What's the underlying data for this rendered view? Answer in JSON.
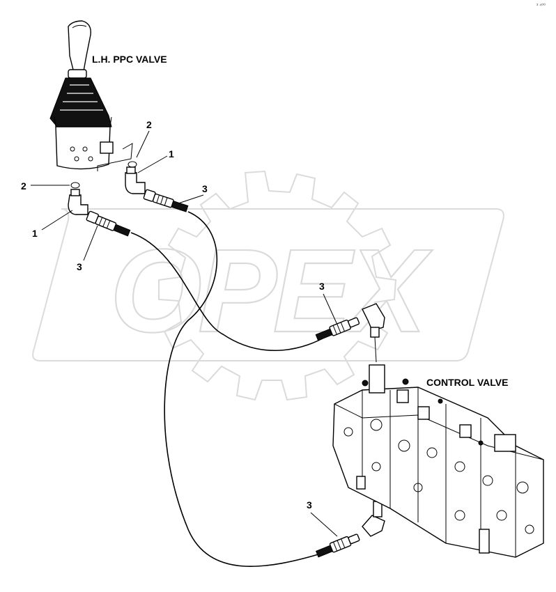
{
  "watermark": {
    "text": "OPEX"
  },
  "labels": {
    "ppc_valve": "L.H. PPC VALVE",
    "control_valve": "CONTROL VALVE"
  },
  "callouts": {
    "c1_top": "1",
    "c1_left": "1",
    "c2_top": "2",
    "c2_left": "2",
    "c3_top": "3",
    "c3_left": "3",
    "c3_mid": "3",
    "c3_bottom": "3"
  },
  "corner_mark": "³ ⁴⁰⁰"
}
